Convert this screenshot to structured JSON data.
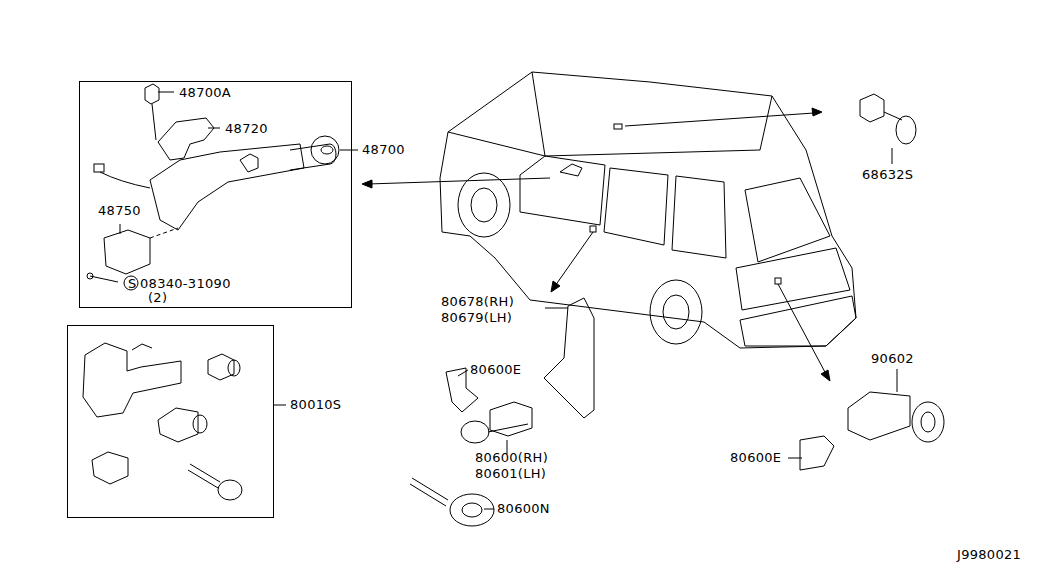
{
  "diagram": {
    "nodes": [
      {
        "text": [
          "48700A",
          "48720",
          "48750",
          "S",
          "08340-31090",
          "(2)"
        ]
      }
    ],
    "labels": [
      "48700",
      "68632S",
      "80678(RH)",
      "80679(LH)",
      "80600E",
      "80600(RH)",
      "80601(LH)",
      "80600N",
      "90602",
      "80600E",
      "80010S",
      "J9980021"
    ]
  }
}
